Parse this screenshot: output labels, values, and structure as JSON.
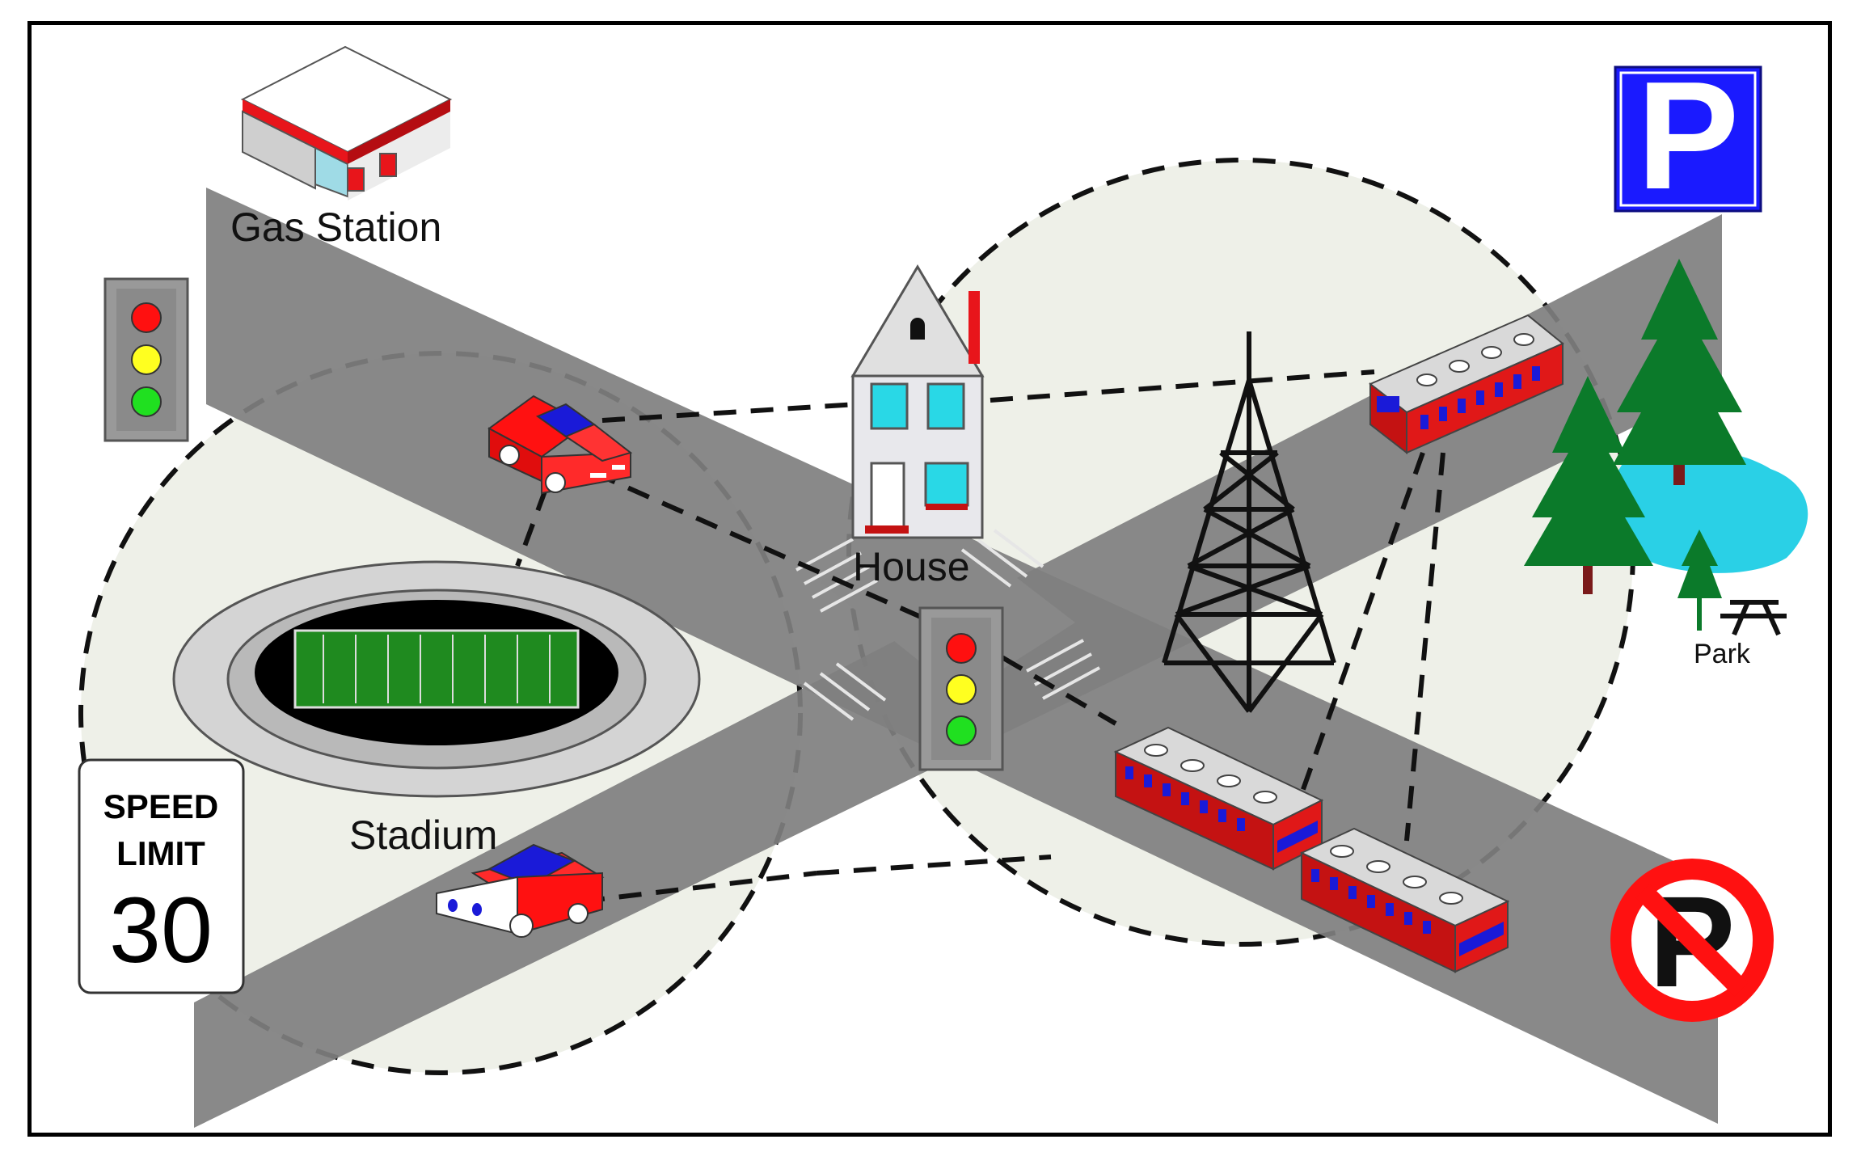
{
  "labels": {
    "gas_station": "Gas Station",
    "house": "House",
    "stadium": "Stadium",
    "park": "Park"
  },
  "speed_sign": {
    "line1": "SPEED",
    "line2": "LIMIT",
    "value": "30"
  },
  "parking_sign": {
    "letter": "P"
  },
  "no_parking_sign": {
    "letter": "P"
  },
  "colors": {
    "road": "#7f7f7f",
    "coverage": "#eef0e8",
    "vehicle_red": "#ff1111",
    "train_red": "#c41212",
    "parking_blue": "#1a1aff",
    "tree_green": "#0b7a2a",
    "pond": "#2ad0e6",
    "field": "#1f8a1f"
  },
  "icons": [
    "gas-station-icon",
    "traffic-light-icon",
    "car-icon",
    "house-icon",
    "stadium-icon",
    "radio-tower-icon",
    "train-car-icon",
    "tree-icon",
    "pond-icon",
    "picnic-table-icon",
    "parking-sign-icon",
    "no-parking-sign-icon",
    "speed-limit-sign-icon"
  ]
}
